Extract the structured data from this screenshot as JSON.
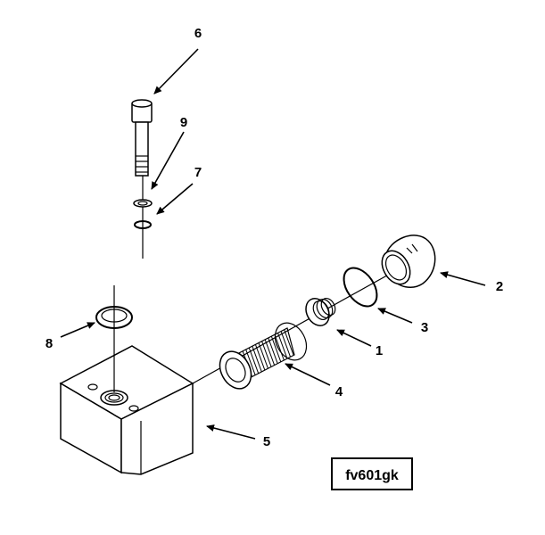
{
  "diagram": {
    "reference_code": "fv601gk",
    "callouts": {
      "c1": "1",
      "c2": "2",
      "c3": "3",
      "c4": "4",
      "c5": "5",
      "c6": "6",
      "c7": "7",
      "c8": "8",
      "c9": "9"
    }
  }
}
